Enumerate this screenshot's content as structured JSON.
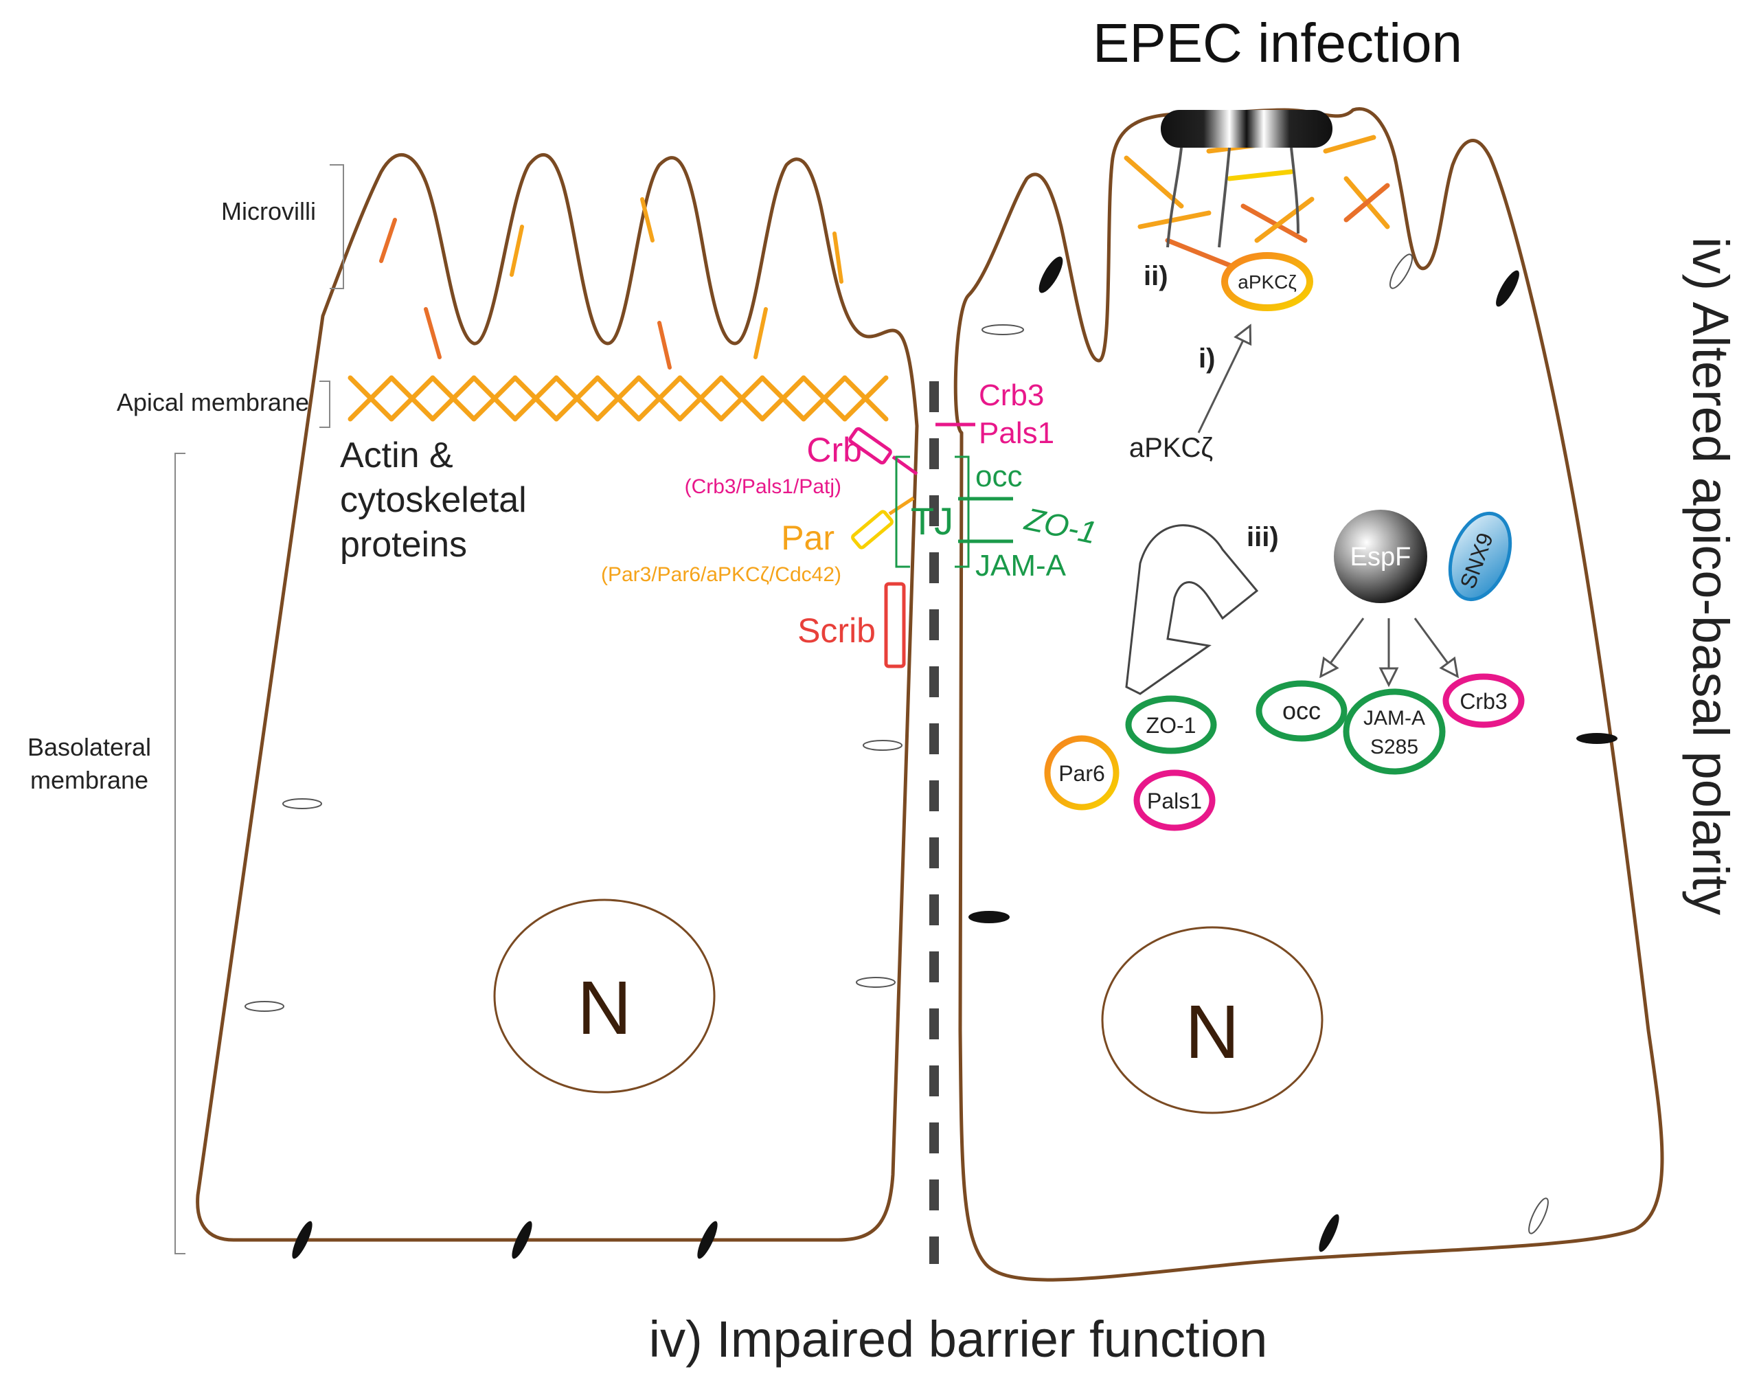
{
  "title": "EPEC infection",
  "bottom_label": "iv) Impaired barrier function",
  "side_label": "iv) Altered apico-basal polarity",
  "regions": {
    "microvilli": "Microvilli",
    "apical": "Apical membrane",
    "basolateral_line1": "Basolateral",
    "basolateral_line2": "membrane"
  },
  "left_cell": {
    "actin_line1": "Actin &",
    "actin_line2": "cytoskeletal",
    "actin_line3": "proteins",
    "nucleus": "N"
  },
  "junction": {
    "crb": "Crb",
    "crb_sub": "(Crb3/Pals1/Patj)",
    "par": "Par",
    "par_sub": "(Par3/Par6/aPKCζ/Cdc42)",
    "scrib": "Scrib",
    "tj": "TJ",
    "occ": "occ",
    "zo1": "ZO-1",
    "jama": "JAM-A",
    "crb3": "Crb3",
    "pals1": "Pals1"
  },
  "right_cell": {
    "step_i": "i)",
    "step_ii": "ii)",
    "step_iii": "iii)",
    "apkc_free": "aPKCζ",
    "apkc_ring": "aPKCζ",
    "espf": "EspF",
    "snx9": "SNX9",
    "occ": "occ",
    "jama_line1": "JAM-A",
    "jama_line2": "S285",
    "crb3": "Crb3",
    "zo1": "ZO-1",
    "par6": "Par6",
    "pals1": "Pals1",
    "nucleus": "N"
  },
  "colors": {
    "membrane": "#7a4a22",
    "crb": "#e8178a",
    "par": "#f5a31a",
    "scrib": "#e8403a",
    "tj": "#1a9a4a",
    "actin_orange": "#f5a31a",
    "actin_dark": "#e8702a"
  }
}
